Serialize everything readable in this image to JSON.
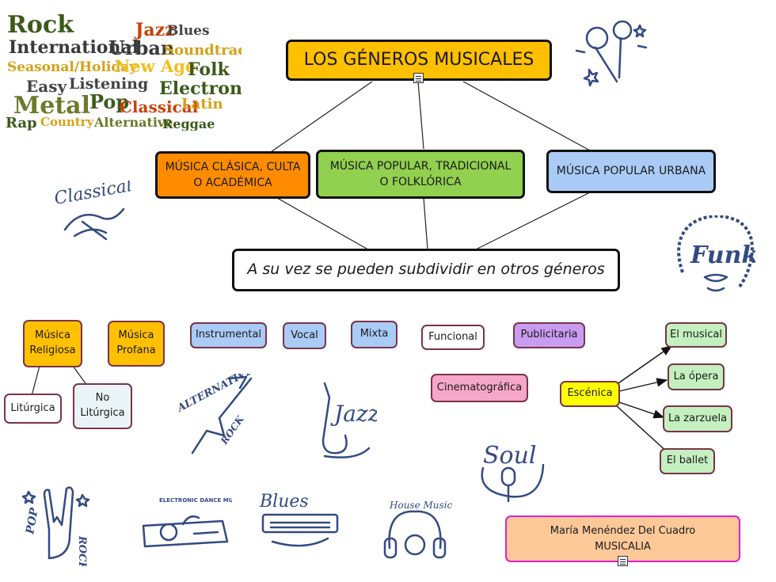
{
  "title": "LOS GÉNEROS MUSICALES",
  "branches": {
    "clasica": "MÚSICA CLÁSICA, CULTA O ACADÉMICA",
    "popular": "MÚSICA POPULAR, TRADICIONAL O FOLKLÓRICA",
    "urbana": "MÚSICA POPULAR URBANA"
  },
  "subdivide": "A su vez se pueden subdividir en otros géneros",
  "genres": {
    "religiosa": "Música Religiosa",
    "profana": "Música Profana",
    "liturgica": "Litúrgica",
    "no_liturgica": "No Litúrgica",
    "instrumental": "Instrumental",
    "vocal": "Vocal",
    "mixta": "Mixta",
    "funcional": "Funcional",
    "publicitaria": "Publicitaria",
    "cinematografica": "Cinematográfica",
    "escenica": "Escénica",
    "musical": "El musical",
    "opera": "La ópera",
    "zarzuela": "La zarzuela",
    "ballet": "El ballet"
  },
  "author": {
    "name": "María Menéndez Del Cuadro",
    "org": "MUSICALIA"
  },
  "word_cloud": [
    "Rock",
    "Jazz",
    "Blues",
    "International",
    "Urban",
    "Soundtracks",
    "Seasonal/Holiday",
    "New Age",
    "Folk",
    "Easy",
    "Listening",
    "Electronic",
    "Metal",
    "Pop",
    "Classical",
    "Latin",
    "Rap",
    "Country",
    "Alternative",
    "Reggae"
  ],
  "sticker_labels": {
    "classical": "Classical",
    "funk": "Funk",
    "alternative": "ALTERNATIVE",
    "alt_rock": "ROCK",
    "jazz": "Jazz",
    "soul": "Soul",
    "edm": "ELECTRONIC DANCE MUSIC",
    "blues": "Blues",
    "house": "House Music",
    "pop": "POP",
    "pop_rock": "ROCK"
  },
  "colors": {
    "title_bg": "#ffc000",
    "clasica_bg": "#ff8c00",
    "popular_bg": "#92d050",
    "urbana_bg": "#a9cbf6",
    "religiosa_bg": "#ffc000",
    "blue_bg": "#a9cbf6",
    "purple_bg": "#c89cf0",
    "pink_bg": "#f6a6c8",
    "escenica_bg": "#ffff00",
    "green_bg": "#c4f0c0",
    "author_bg": "#fcc898"
  }
}
